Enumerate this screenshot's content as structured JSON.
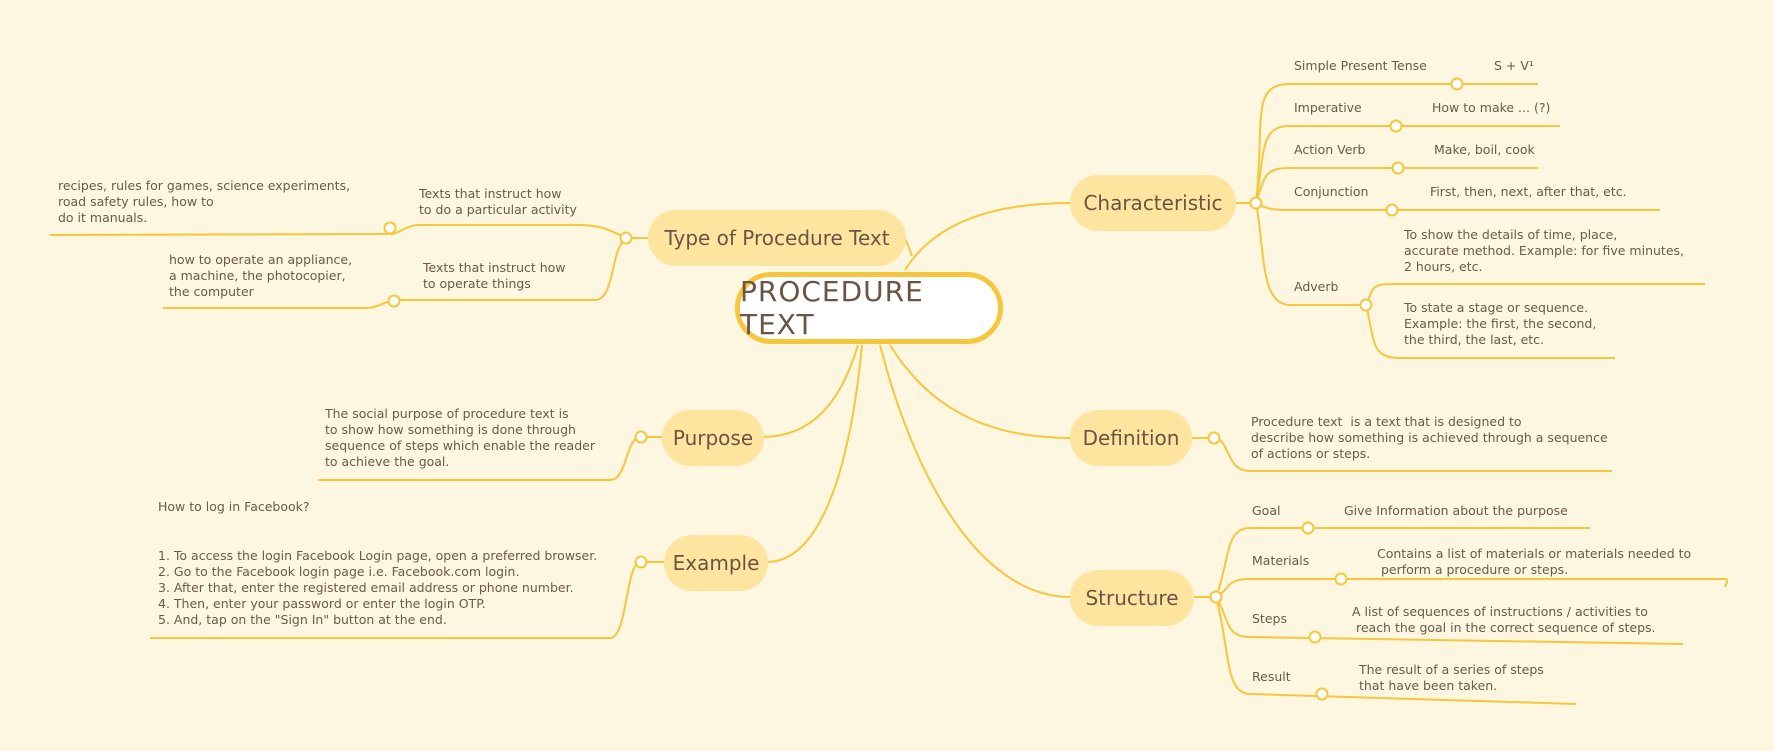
{
  "center": "PROCEDURE TEXT",
  "type": {
    "label": "Type of Procedure Text",
    "b1": "Texts that instruct how\nto do a particular activity",
    "b1leaf": "recipes, rules for games, science experiments,\nroad safety rules, how to\ndo it manuals.",
    "b2": "Texts that instruct how\nto operate things",
    "b2leaf": "how to operate an appliance,\na machine, the photocopier,\nthe computer"
  },
  "purpose": {
    "label": "Purpose",
    "text": "The social purpose of procedure text is\nto show how something is done through\nsequence of steps which enable the reader\nto achieve the goal."
  },
  "example": {
    "label": "Example",
    "title": "How to log in Facebook?",
    "steps": "1. To access the login Facebook Login page, open a preferred browser.\n2. Go to the Facebook login page i.e. Facebook.com login.\n3. After that, enter the registered email address or phone number.\n4. Then, enter your password or enter the login OTP.\n5. And, tap on the \"Sign In\" button at the end."
  },
  "characteristic": {
    "label": "Characteristic",
    "items": [
      {
        "name": "Simple Present Tense",
        "value": "S + V¹"
      },
      {
        "name": "Imperative",
        "value": "How to make ... (?)"
      },
      {
        "name": "Action Verb",
        "value": "Make, boil, cook"
      },
      {
        "name": "Conjunction",
        "value": "First, then, next, after that, etc."
      }
    ],
    "adverb": "Adverb",
    "adverb1": "To show the details of time, place,\naccurate method. Example: for five minutes,\n2 hours, etc.",
    "adverb2": "To state a stage or sequence.\nExample: the first, the second,\nthe third, the last, etc."
  },
  "definition": {
    "label": "Definition",
    "text": "Procedure text  is a text that is designed to\ndescribe how something is achieved through a sequence\nof actions or steps."
  },
  "structure": {
    "label": "Structure",
    "items": [
      {
        "name": "Goal",
        "value": "Give Information about the purpose"
      },
      {
        "name": "Materials",
        "value": "Contains a list of materials or materials needed to\n perform a procedure or steps."
      },
      {
        "name": "Steps",
        "value": "A list of sequences of instructions / activities to\n reach the goal in the correct sequence of steps."
      },
      {
        "name": "Result",
        "value": "The result of a series of steps\nthat have been taken."
      }
    ]
  },
  "colors": {
    "line": "#f6c63d",
    "node": "#fde59f",
    "background": "#fdf6e0",
    "text": "#6b5a4a"
  }
}
